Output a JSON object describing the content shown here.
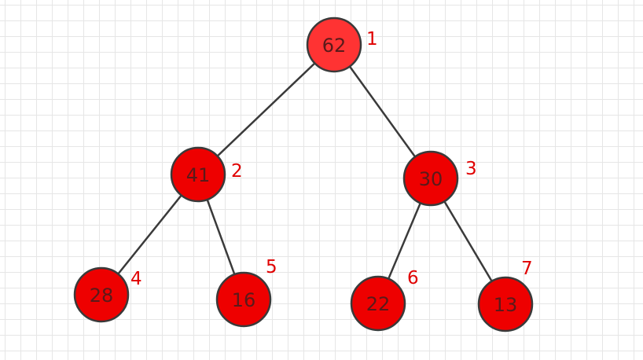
{
  "colors": {
    "node_fill": "#ee0000",
    "root_fill": "#ff3333",
    "index_text": "#e00000",
    "edge": "#3a3a3a"
  },
  "tree": {
    "nodes": [
      {
        "id": "n1",
        "value": "62",
        "index": "1"
      },
      {
        "id": "n2",
        "value": "41",
        "index": "2"
      },
      {
        "id": "n3",
        "value": "30",
        "index": "3"
      },
      {
        "id": "n4",
        "value": "28",
        "index": "4"
      },
      {
        "id": "n5",
        "value": "16",
        "index": "5"
      },
      {
        "id": "n6",
        "value": "22",
        "index": "6"
      },
      {
        "id": "n7",
        "value": "13",
        "index": "7"
      }
    ],
    "edges": [
      {
        "from": "n1",
        "to": "n2"
      },
      {
        "from": "n1",
        "to": "n3"
      },
      {
        "from": "n2",
        "to": "n4"
      },
      {
        "from": "n2",
        "to": "n5"
      },
      {
        "from": "n3",
        "to": "n6"
      },
      {
        "from": "n3",
        "to": "n7"
      }
    ]
  }
}
